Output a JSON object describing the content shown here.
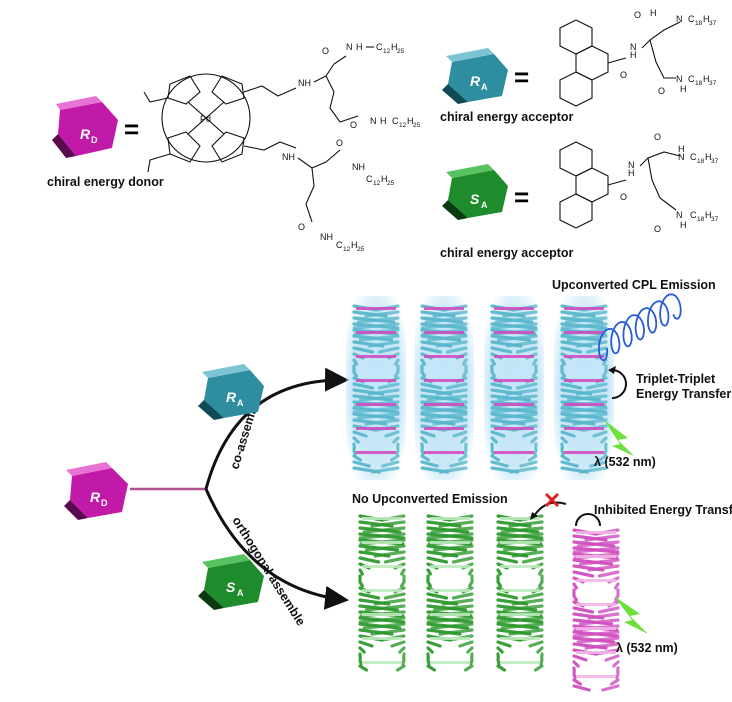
{
  "molecules": {
    "donor": {
      "symbol": "R",
      "subscript": "D",
      "caption": "chiral energy donor",
      "metal_center": "Pd",
      "color": "#c21aa8"
    },
    "acceptor_r": {
      "symbol": "R",
      "subscript": "A",
      "caption": "chiral energy acceptor",
      "color": "#2e8ea0"
    },
    "acceptor_s": {
      "symbol": "S",
      "subscript": "A",
      "caption": "chiral energy acceptor",
      "color": "#1e8c2c"
    },
    "equals_sign": "="
  },
  "chem_labels": {
    "nh": "NH",
    "n": "N",
    "h": "H",
    "o": "O",
    "c12": "C",
    "c12_sub": "12",
    "h25_sub": "25",
    "c18_sub": "18",
    "h37_sub": "37"
  },
  "pathways": {
    "upper": "co-assemble",
    "lower": "orthogonal assemble"
  },
  "annotations": {
    "cpl_emission": "Upconverted CPL Emission",
    "ttet_line1": "Triplet-Triplet",
    "ttet_line2": "Energy Transfer",
    "excitation_top": "λ (532 nm)",
    "no_emission": "No Upconverted Emission",
    "inhibited": "Inhibited Energy Transfer",
    "excitation_bottom": "λ (532 nm)"
  },
  "colors": {
    "cyan_helix": "#5ab8cc",
    "pink_helix": "#d04fc0",
    "green_helix": "#2f9a2f",
    "glow": "#9fd4f0",
    "laser": "#6be13a",
    "cross": "#e02020"
  }
}
